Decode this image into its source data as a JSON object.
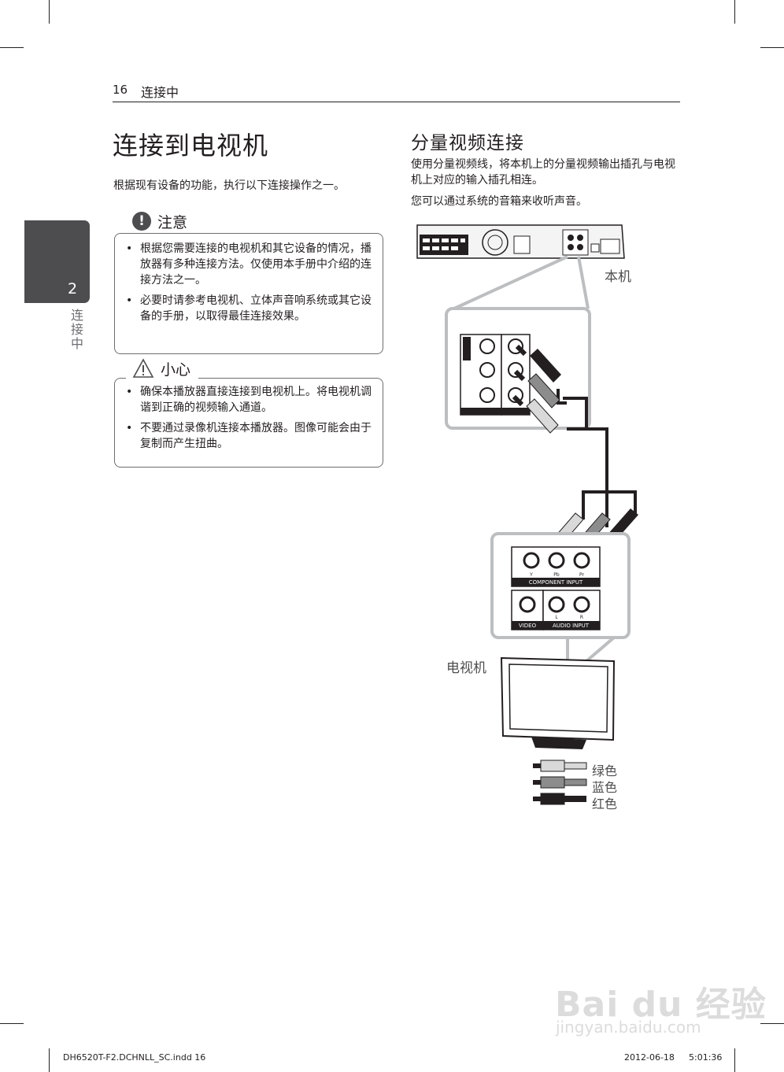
{
  "header": {
    "page_number": "16",
    "section": "连接中"
  },
  "chapter_tab": {
    "number": "2",
    "label": "连接中"
  },
  "left": {
    "title": "连接到电视机",
    "intro": "根据现有设备的功能，执行以下连接操作之一。",
    "note": {
      "label": "注意",
      "icon": "exclamation-icon",
      "items": [
        "根据您需要连接的电视机和其它设备的情况，播放器有多种连接方法。仅使用本手册中介绍的连接方法之一。",
        "必要时请参考电视机、立体声音响系统或其它设备的手册，以取得最佳连接效果。"
      ]
    },
    "caution": {
      "label": "小心",
      "icon": "warning-triangle-icon",
      "items": [
        "确保本播放器直接连接到电视机上。将电视机调谐到正确的视频输入通道。",
        "不要通过录像机连接本播放器。图像可能会由于复制而产生扭曲。"
      ]
    }
  },
  "right": {
    "title": "分量视频连接",
    "para1": "使用分量视频线，将本机上的分量视频输出插孔与电视机上对应的输入插孔相连。",
    "para2": "您可以通过系统的音箱来收听声音。",
    "diagram": {
      "unit_label": "本机",
      "tv_label": "电视机",
      "component_input": "COMPONENT INPUT",
      "video": "VIDEO",
      "audio_input": "AUDIO INPUT",
      "jack_y": "Y",
      "jack_pb": "Pb",
      "jack_pr": "Pr",
      "jack_l": "L",
      "jack_r": "R",
      "legend": [
        {
          "label": "绿色",
          "color": "#d9d9d9"
        },
        {
          "label": "蓝色",
          "color": "#8c8c8c"
        },
        {
          "label": "红色",
          "color": "#231f20"
        }
      ]
    }
  },
  "footer": {
    "file": "DH6520T-F2.DCHNLL_SC.indd   16",
    "date": "2012-06-18",
    "time": "5:01:36"
  },
  "watermark": {
    "brand": "Bai du 经验",
    "url": "jingyan.baidu.com"
  }
}
